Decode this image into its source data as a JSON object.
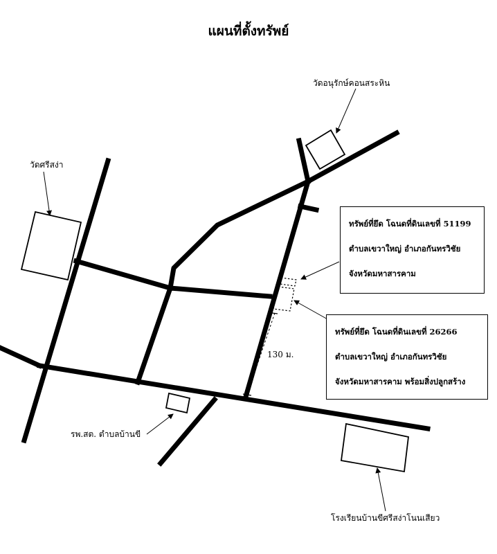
{
  "title": "แผนที่ตั้งทรัพย์",
  "labels": {
    "temple_north": "วัดอนุรักษ์คอนสระหิน",
    "temple_west": "วัดศรีสง่า",
    "health_center": "รพ.สต. ตำบลบ้านขี",
    "school": "โรงเรียนบ้านขีศรีสง่าโนนเสียว",
    "distance": "130 ม."
  },
  "property_1": {
    "line1": "ทรัพย์ที่ยึด โฉนดที่ดินเลขที่ 51199",
    "line2": "ตำบลเขวาใหญ่ อำเภอกันทรวิชัย",
    "line3": "จังหวัดมหาสารคาม"
  },
  "property_2": {
    "line1": "ทรัพย์ที่ยึด โฉนดที่ดินเลขที่ 26266",
    "line2": "ตำบลเขวาใหญ่ อำเภอกันทรวิชัย",
    "line3": "จังหวัดมหาสารคาม  พร้อมสิ่งปลูกสร้าง"
  },
  "colors": {
    "line": "#000000",
    "background": "#ffffff"
  }
}
